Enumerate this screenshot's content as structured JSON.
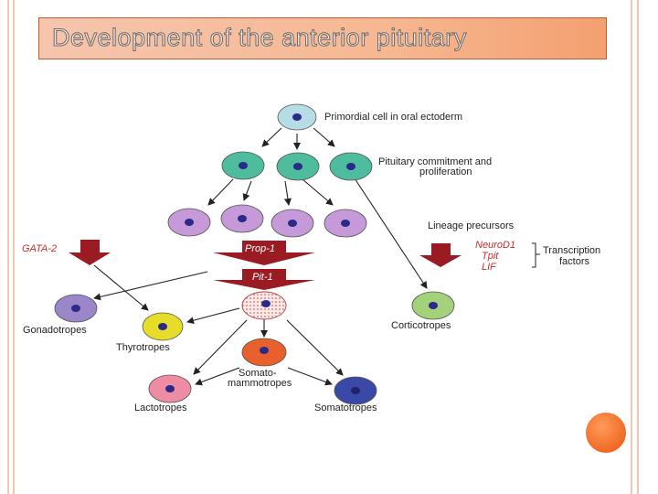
{
  "slide": {
    "title": "Development of the anterior pituitary"
  },
  "colors": {
    "title_bg": "#f6b892",
    "accent_circle": "#f06a24",
    "primordial": "#b6dce6",
    "committed": "#4dbd9d",
    "lineage": "#c69ad8",
    "gonadotrope": "#9a86c8",
    "thyrotrope": "#e6dc2a",
    "corticotrope": "#a4d27a",
    "somatomammotrope": "#e8602c",
    "lactotrope": "#ee8ca4",
    "somatotrope": "#3a48a8",
    "nucleus": "#2a2a8a",
    "factor_arrow": "#9a1c22"
  },
  "labels": {
    "primordial": "Primordial cell in oral ectoderm",
    "commitment_line1": "Pituitary commitment and",
    "commitment_line2": "proliferation",
    "lineage": "Lineage precursors",
    "gonadotropes": "Gonadotropes",
    "thyrotropes": "Thyrotropes",
    "corticotropes": "Corticotropes",
    "somatomammotropes_line1": "Somato-",
    "somatomammotropes_line2": "mammotropes",
    "lactotropes": "Lactotropes",
    "somatotropes": "Somatotropes"
  },
  "factors": {
    "gata2": "GATA-2",
    "prop1": "Prop-1",
    "pit1": "Pit-1",
    "neurod1": "NeuroD1",
    "tpit": "Tpit",
    "lif": "LIF",
    "transcription_line1": "Transcription",
    "transcription_line2": "factors"
  }
}
